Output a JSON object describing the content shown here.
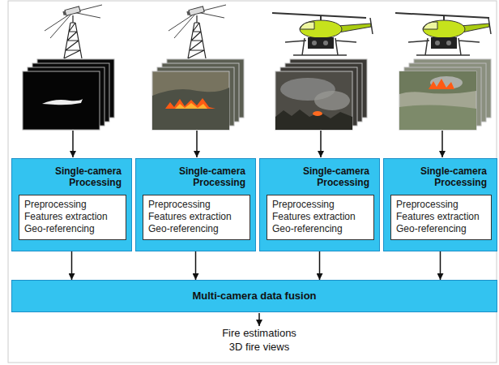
{
  "diagram": {
    "nodes": [
      {
        "text": [
          "Single-camera Processing"
        ]
      },
      {
        "text": [
          "Preprocessing",
          "Features extraction",
          "Geo-referencing"
        ],
        "in": 0
      },
      {
        "text": [
          "Single-camera Processing"
        ]
      },
      {
        "text": [
          "Preprocessing",
          "Features extraction",
          "Geo-referencing"
        ],
        "in": 2
      },
      {
        "text": [
          "Single-camera Processing"
        ]
      },
      {
        "text": [
          "Preprocessing",
          "Features extraction",
          "Geo-referencing"
        ],
        "in": 4
      },
      {
        "text": [
          "Single-camera Processing"
        ]
      },
      {
        "text": [
          "Preprocessing",
          "Features extraction",
          "Geo-referencing"
        ],
        "in": 6
      },
      {
        "text": [
          "Multi-camera data fusion"
        ]
      }
    ],
    "edges": [
      {
        "from": 0,
        "to": 8,
        "arrow": "to"
      },
      {
        "from": 2,
        "to": 8,
        "arrow": "to"
      },
      {
        "from": 4,
        "to": 8,
        "arrow": "to"
      },
      {
        "from": 6,
        "to": 8,
        "arrow": "to"
      }
    ],
    "labels": [
      "Fire estimations",
      "3D fire views"
    ]
  }
}
